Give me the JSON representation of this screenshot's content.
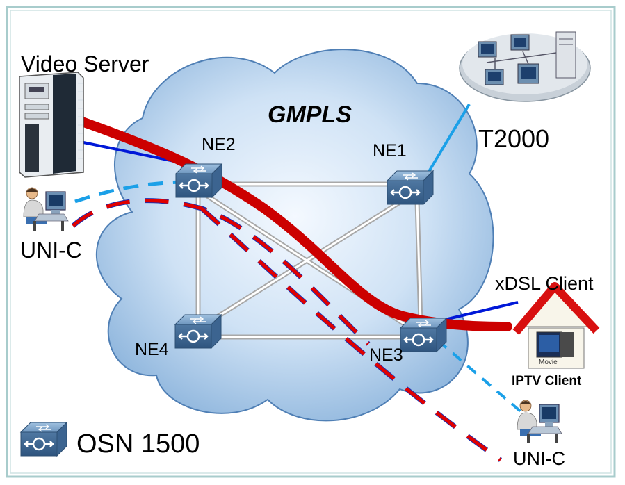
{
  "labels": {
    "video_server": "Video Server",
    "gmpls": "GMPLS",
    "ne1": "NE1",
    "ne2": "NE2",
    "ne3": "NE3",
    "ne4": "NE4",
    "t2000": "T2000",
    "uni_c_left": "UNI-C",
    "uni_c_right": "UNI-C",
    "xdsl_client": "xDSL Client",
    "iptv_client": "IPTV Client",
    "movie": "Movie",
    "legend_osn": "OSN 1500"
  },
  "colors": {
    "border": "#aacccc",
    "cloud_fill": "#bcd7ee",
    "cloud_stroke": "#4f7fb5",
    "service_path": "#d40000",
    "blue_link": "#0018d8",
    "light_blue_link": "#1ba0e8",
    "node_fill": "#5a7fa3",
    "house_roof": "#d81010"
  },
  "icons": [
    "video-server-icon",
    "computer-user-icon",
    "network-cluster-icon",
    "osn-switch-icon",
    "house-icon"
  ]
}
